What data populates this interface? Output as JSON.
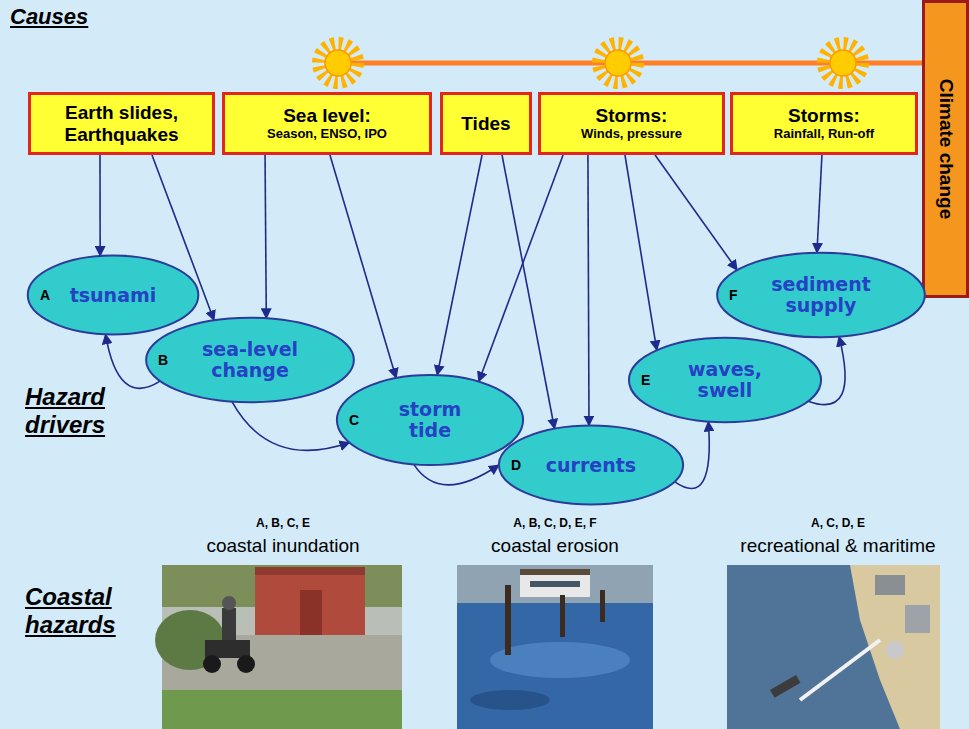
{
  "diagram": {
    "nodes": [
      {
        "text": [
          "Earth slides, Earthquakes"
        ]
      },
      {
        "text": [
          "Sea level:",
          "Season, ENSO, IPO"
        ]
      },
      {
        "text": [
          "Tides"
        ]
      },
      {
        "text": [
          "Storms:",
          "Winds, pressure"
        ]
      },
      {
        "text": [
          "Storms:",
          "Rainfall, Run-off"
        ]
      },
      {
        "text": [
          "Climate change"
        ]
      },
      {
        "text": [
          "A",
          "tsunami"
        ]
      },
      {
        "text": [
          "B",
          "sea-level change"
        ]
      },
      {
        "text": [
          "C",
          "storm tide"
        ]
      },
      {
        "text": [
          "D",
          "currents"
        ]
      },
      {
        "text": [
          "E",
          "waves, swell"
        ]
      },
      {
        "text": [
          "F",
          "sediment supply"
        ]
      }
    ],
    "edges": [
      {
        "from": 0,
        "to": 6,
        "arrow": "to"
      },
      {
        "from": 0,
        "to": 7,
        "arrow": "to"
      },
      {
        "from": 1,
        "to": 7,
        "arrow": "to"
      },
      {
        "from": 1,
        "to": 8,
        "arrow": "to"
      },
      {
        "from": 2,
        "to": 8,
        "arrow": "to"
      },
      {
        "from": 2,
        "to": 9,
        "arrow": "to"
      },
      {
        "from": 3,
        "to": 8,
        "arrow": "to"
      },
      {
        "from": 3,
        "to": 9,
        "arrow": "to"
      },
      {
        "from": 3,
        "to": 10,
        "arrow": "to"
      },
      {
        "from": 3,
        "to": 11,
        "arrow": "to"
      },
      {
        "from": 4,
        "to": 11,
        "arrow": "to"
      },
      {
        "from": 7,
        "to": 6,
        "arrow": "to"
      },
      {
        "from": 7,
        "to": 8,
        "arrow": "to"
      },
      {
        "from": 8,
        "to": 9,
        "arrow": "to"
      },
      {
        "from": 9,
        "to": 10,
        "arrow": "to"
      },
      {
        "from": 10,
        "to": 11,
        "arrow": "to"
      }
    ],
    "labels": [
      "Causes",
      "Hazard drivers",
      "Coastal hazards",
      "A, B, C, E",
      "coastal inundation",
      "A, B, C, D, E, F",
      "coastal erosion",
      "A, C, D, E",
      "recreational & maritime"
    ]
  }
}
